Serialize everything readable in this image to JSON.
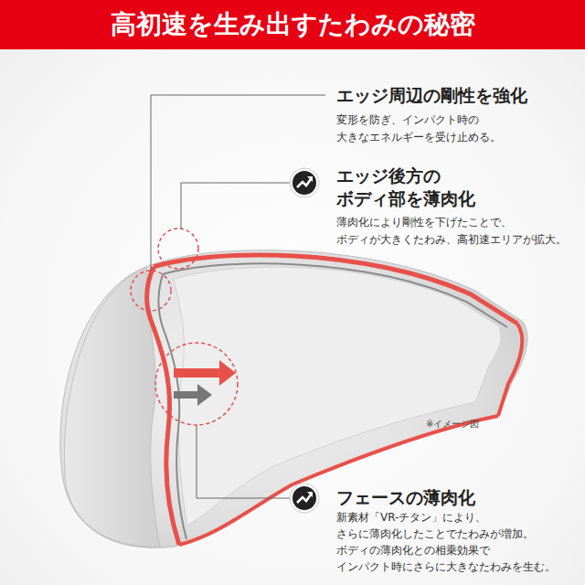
{
  "diagram": {
    "title": "高初速を生み出すたわみの秘密",
    "labels": [
      "エッジ周辺の剛性を強化",
      "変形を防ぎ、インパクト時の 大きなエネルギーを受け止める。",
      "エッジ後方の ボディ部を薄肉化",
      "薄肉化により剛性を下げたことで、 ボディが大きくたわみ、高初速エリアが拡大。",
      "※イメージ図",
      "フェースの薄肉化",
      "新素材「VR-チタン」により、 さらに薄肉化したことでたわみが増加。 ボディの薄肉化との相乗効果で インパクト時にさらに大きなたわみを生む。"
    ]
  }
}
